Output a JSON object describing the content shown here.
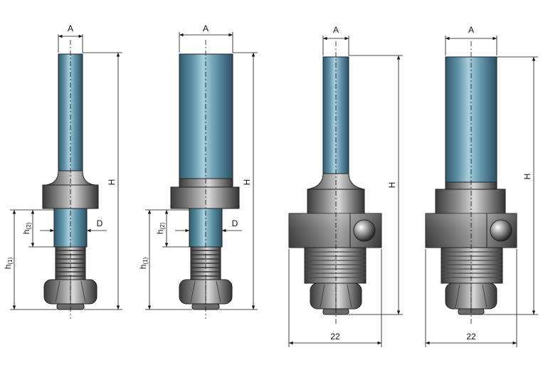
{
  "labels": {
    "A": "A",
    "H": "H",
    "D": "D",
    "h": "h",
    "h1_sub": "(1)",
    "h2_sub": "(2)",
    "size_22": "22"
  },
  "colors": {
    "shank_dark": "#3c6c80",
    "shank_light": "#8ab5c8",
    "steel_dark": "#3a3a3a",
    "steel_mid": "#8a8a8a",
    "steel_light": "#d8d8d8",
    "line": "#111111",
    "background": "#ffffff"
  }
}
